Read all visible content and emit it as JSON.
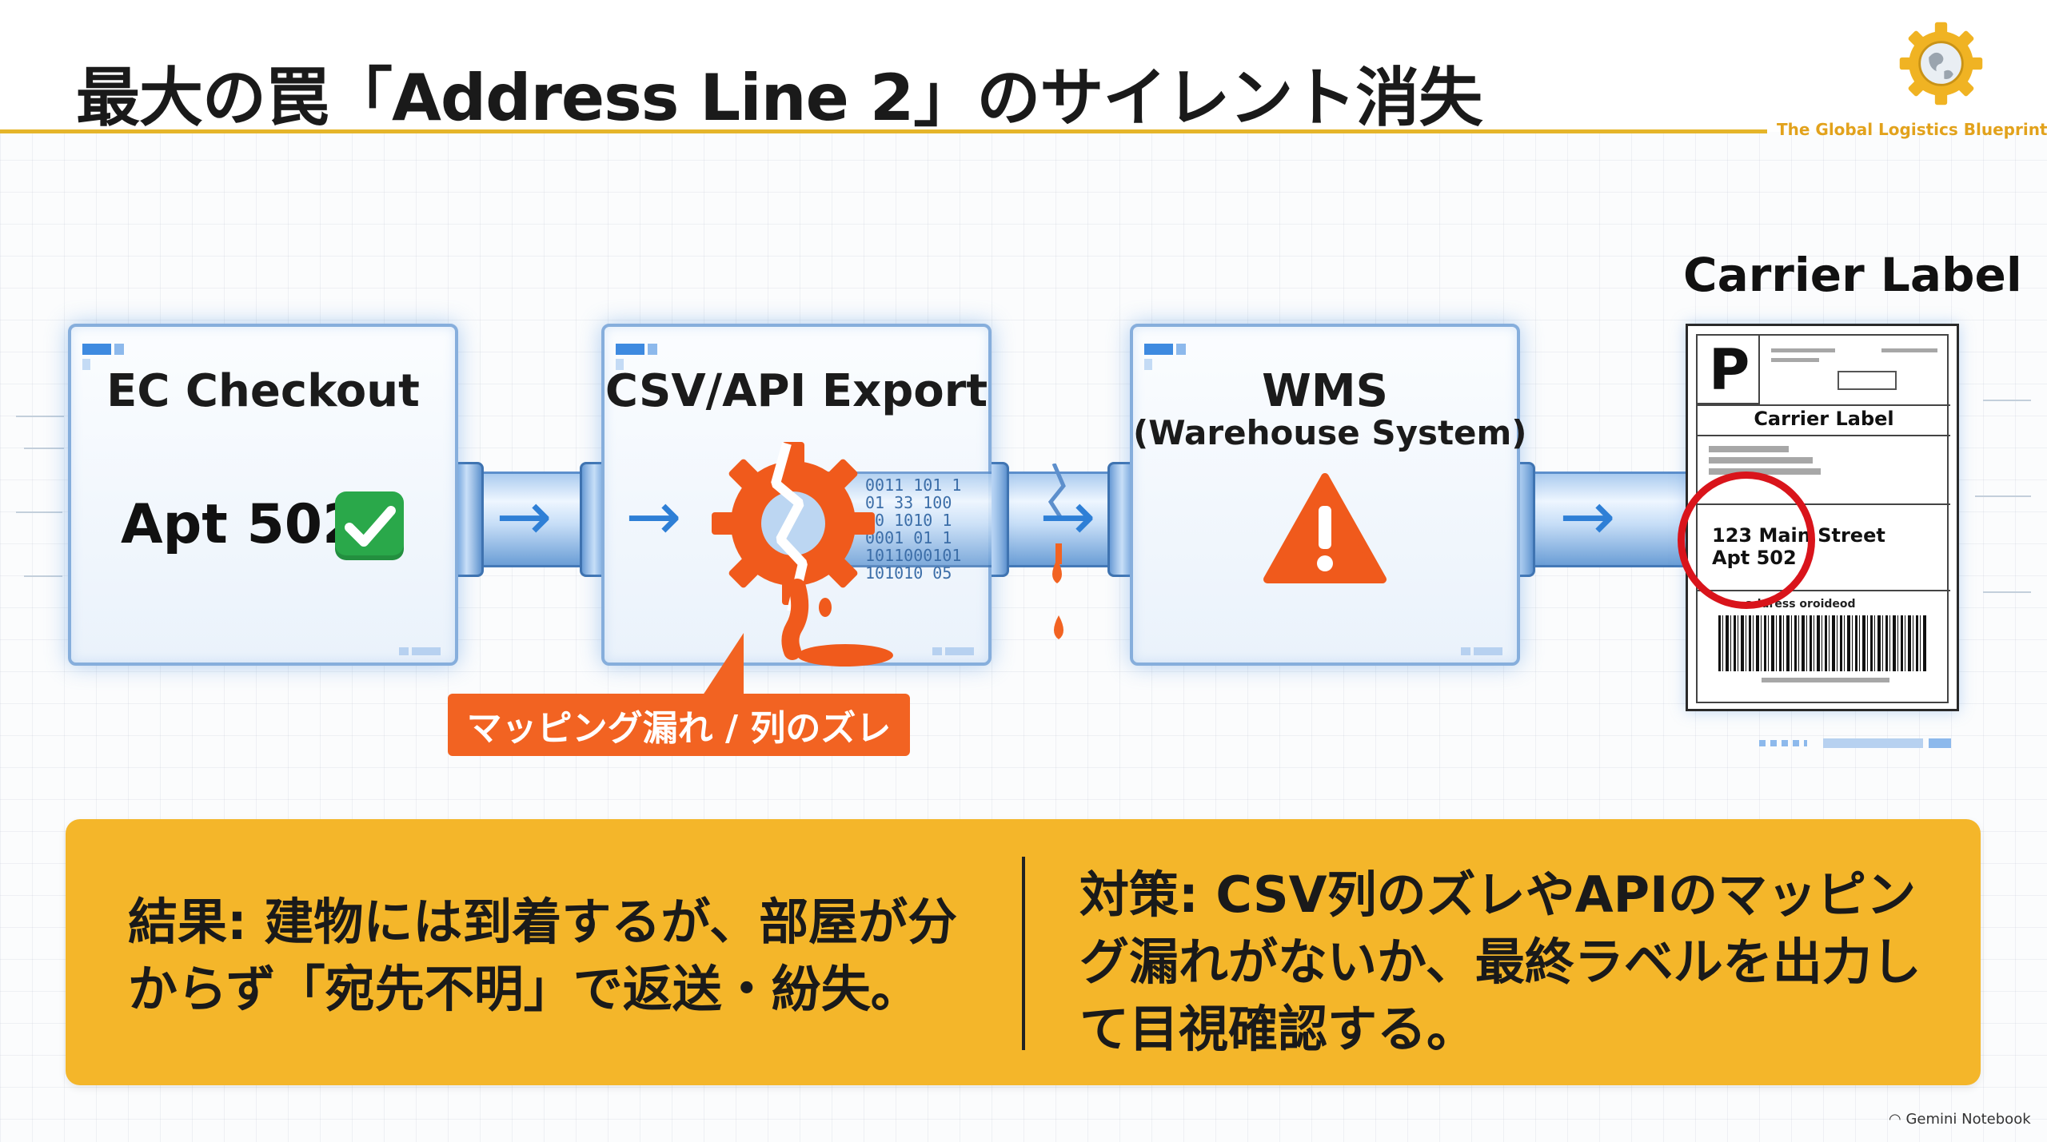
{
  "header": {
    "title": "最大の罠「Address Line 2」のサイレント消失",
    "brand_name": "The Global Logistics Blueprint",
    "brand_icon": "gear-globe-icon"
  },
  "stages": {
    "ec_checkout": {
      "title": "EC Checkout",
      "value": "Apt 502",
      "status_icon": "check-mark-icon"
    },
    "export": {
      "title": "CSV/API Export",
      "icon": "broken-gear-icon",
      "binary": "0011 101 1\n01 33 100\n10 1010 1\n0001 01 1\n1011000101\n101010 05"
    },
    "wms": {
      "title": "WMS",
      "subtitle": "(Warehouse System)",
      "icon": "warning-triangle-icon"
    }
  },
  "callout": {
    "label": "マッピング漏れ / 列のズレ"
  },
  "label": {
    "heading": "Carrier Label",
    "p_mark": "P",
    "title": "Carrier Label",
    "address_line1": "123 Main Street",
    "address_line2": "Apt 502",
    "small_text": "address oroideod"
  },
  "summary": {
    "result": "結果: 建物には到着するが、部屋が分からず「宛先不明」で返送・紛失。",
    "measure": "対策: CSV列のズレやAPIのマッピング漏れがないか、最終ラベルを出力して目視確認する。"
  },
  "footer": {
    "watermark": "Gemini Notebook"
  },
  "colors": {
    "accent_yellow": "#f4b62a",
    "alert_orange": "#f26322",
    "pipe_blue": "#2e7fd6",
    "check_green": "#2aa84a",
    "highlight_red": "#d9141b"
  }
}
